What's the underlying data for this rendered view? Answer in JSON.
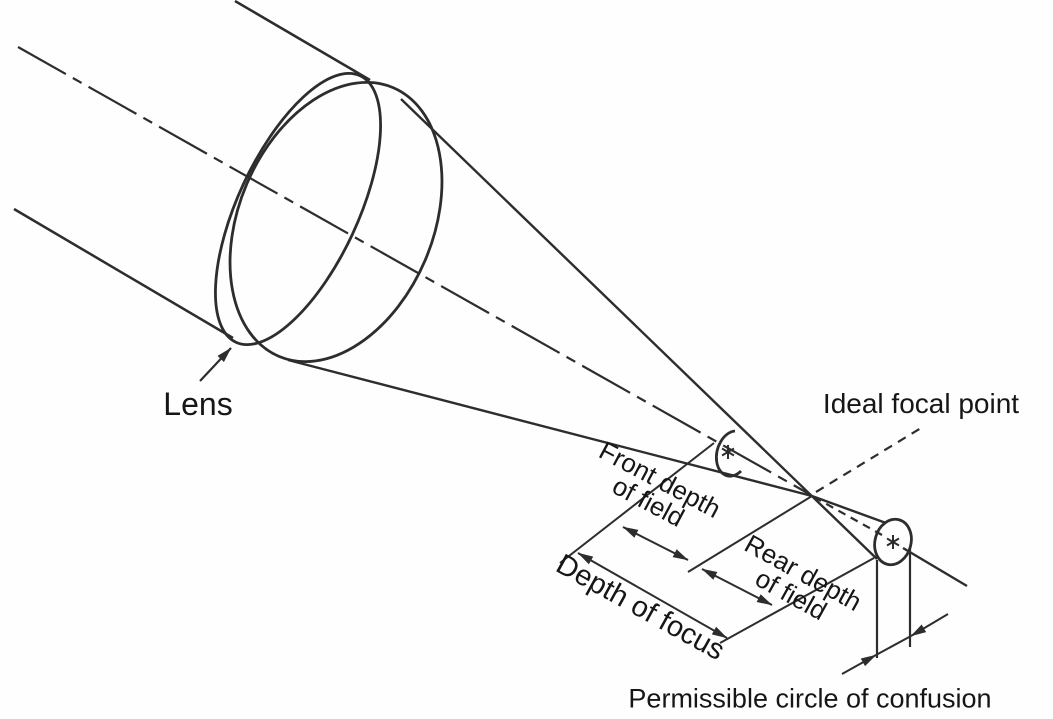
{
  "figure": {
    "labels": {
      "lens": "Lens",
      "ideal_focal_point": "Ideal focal point",
      "front_depth_line1": "Front depth",
      "front_depth_line2": "of field",
      "rear_depth_line1": "Rear depth",
      "rear_depth_line2": "of field",
      "depth_of_focus": "Depth of focus",
      "permissible_circle": "Permissible circle of confusion"
    },
    "colors": {
      "line": "#2d2d2d",
      "text": "#161616",
      "background": "#fefefe"
    }
  }
}
